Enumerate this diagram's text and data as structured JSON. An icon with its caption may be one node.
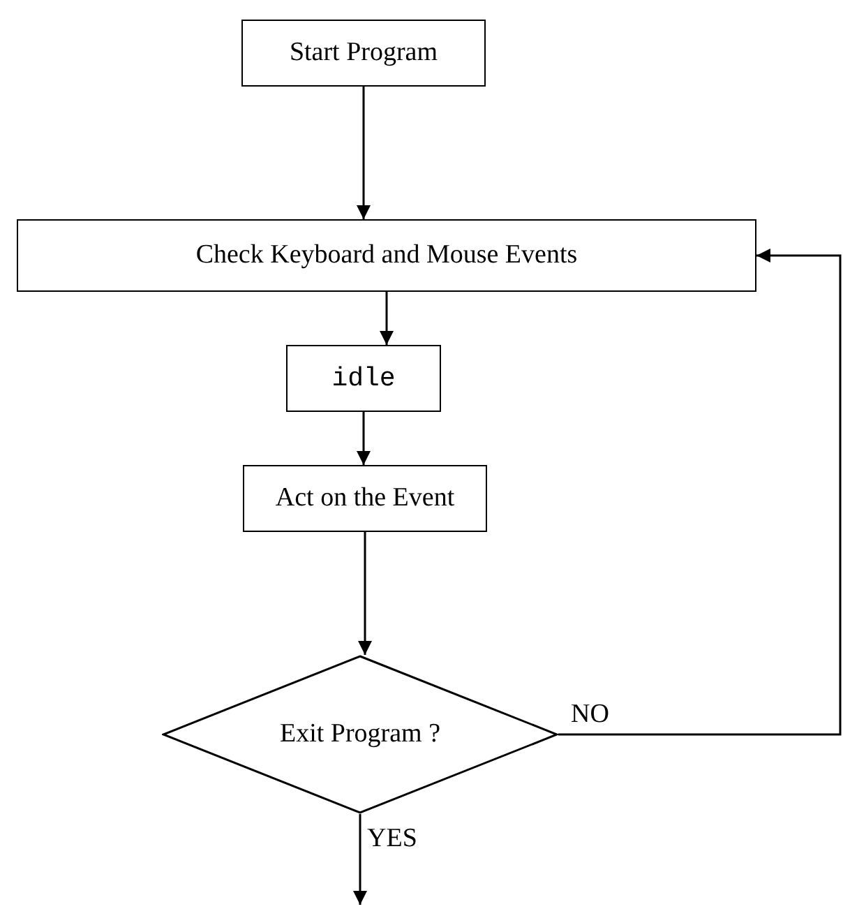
{
  "diagram": {
    "nodes": [
      {
        "text": [
          "Start Program"
        ]
      },
      {
        "text": [
          "Check Keyboard and Mouse Events"
        ]
      },
      {
        "text": [
          "idle"
        ]
      },
      {
        "text": [
          "Act on the Event"
        ]
      },
      {
        "text": [
          "Exit Program ?"
        ]
      }
    ],
    "edges": [
      {
        "from": 0,
        "to": 1,
        "arrow": "to"
      },
      {
        "from": 1,
        "to": 2,
        "arrow": "to"
      },
      {
        "from": 2,
        "to": 3,
        "arrow": "to"
      },
      {
        "from": 3,
        "to": 4,
        "arrow": "to"
      },
      {
        "from": 4,
        "to": 1,
        "arrow": "to",
        "label": "NO"
      },
      {
        "from": 4,
        "to": null,
        "arrow": "to",
        "label": "YES"
      }
    ]
  }
}
